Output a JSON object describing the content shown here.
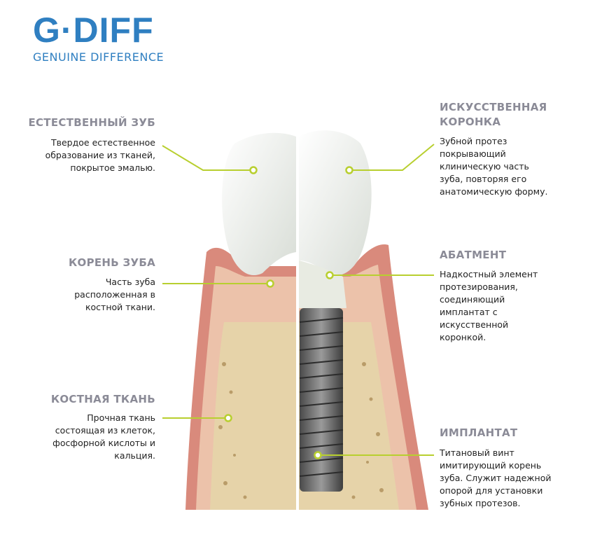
{
  "logo": {
    "name": "G·DIFF",
    "tagline": "GENUINE DIFFERENCE"
  },
  "left": [
    {
      "title": "ЕСТЕСТВЕННЫЙ ЗУБ",
      "text": [
        "Твердое естественное",
        "образование из тканей,",
        "покрытое эмалью."
      ]
    },
    {
      "title": "КОРЕНЬ ЗУБА",
      "text": [
        "Часть зуба",
        "расположенная в",
        "костной ткани."
      ]
    },
    {
      "title": "КОСТНАЯ ТКАНЬ",
      "text": [
        "Прочная ткань",
        "состоящая из клеток,",
        "фосфорной кислоты и",
        "кальция."
      ]
    }
  ],
  "right": [
    {
      "title": [
        "ИСКУССТВЕННАЯ",
        "КОРОНКА"
      ],
      "text": [
        "Зубной протез",
        "покрывающий",
        "клиническую часть",
        "зуба, повторяя его",
        "анатомическую форму."
      ]
    },
    {
      "title": [
        "АБАТМЕНТ"
      ],
      "text": [
        "Надкостный элемент",
        "протезирования,",
        "соединяющий",
        "имплантат с",
        "искусственной",
        "коронкой."
      ]
    },
    {
      "title": [
        "ИМПЛАНТАТ"
      ],
      "text": [
        "Титановый винт",
        "имитирующий корень",
        "зуба. Служит надежной",
        "опорой для установки",
        "зубных протезов."
      ]
    }
  ],
  "colors": {
    "brand": "#2f7fc1",
    "leader": "#b8cf2f",
    "heading": "#8b8b97"
  }
}
